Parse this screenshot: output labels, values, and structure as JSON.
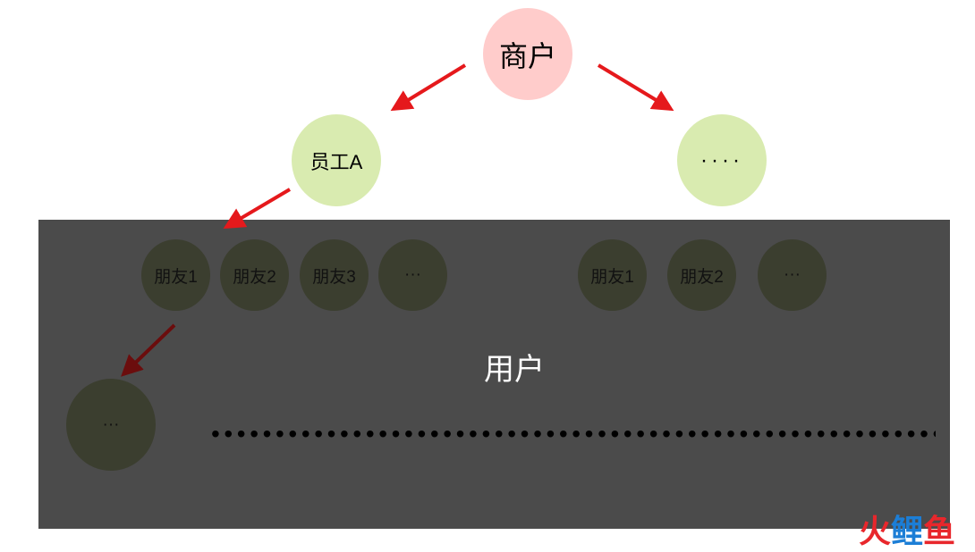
{
  "nodes": {
    "merchant": "商户",
    "staff_a": "员工A",
    "staff_other": "····",
    "friends_left": [
      "朋友1",
      "朋友2",
      "朋友3",
      "···"
    ],
    "friends_right": [
      "朋友1",
      "朋友2",
      "···"
    ],
    "deep_node": "···"
  },
  "labels": {
    "users": "用户",
    "continuation": "••••••••••••••••••••••••••••••••••••••••••••••••••••••••••••••••"
  },
  "watermark": {
    "part1": "火",
    "part2": "鲤",
    "part3": "鱼"
  },
  "colors": {
    "merchant": "#ffcccb",
    "staff": "#d9ebb0",
    "overlay": "#4b4b4b",
    "arrow_bright": "#e5191c",
    "arrow_dark": "#6b0d0d"
  }
}
